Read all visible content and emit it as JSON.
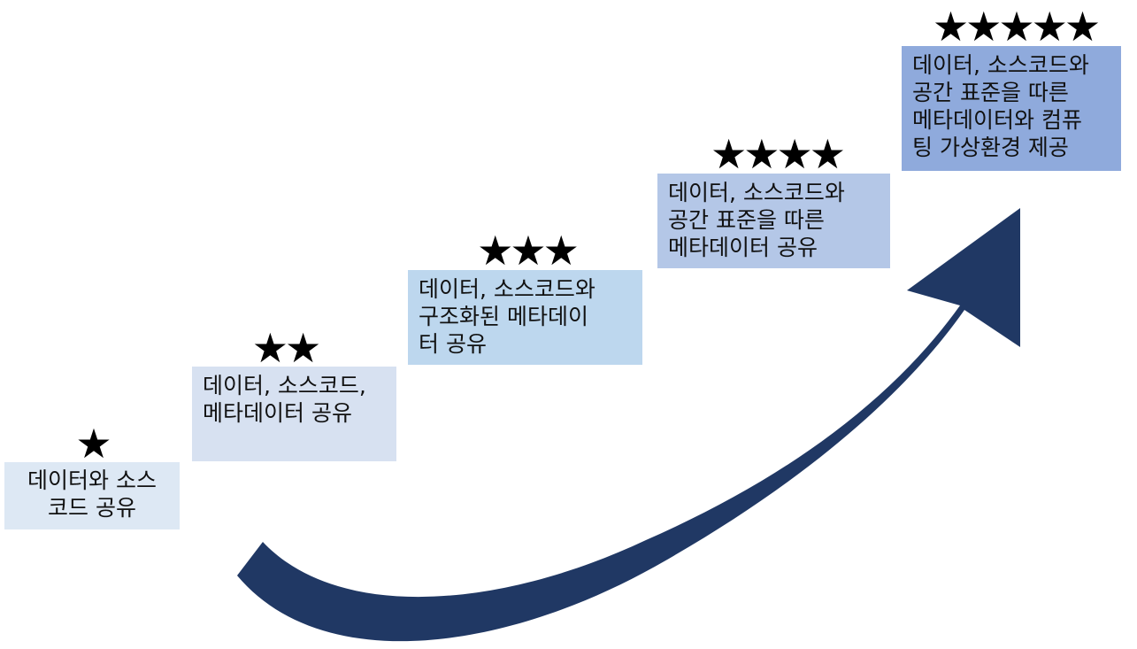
{
  "diagram": {
    "type": "staircase-maturity-levels",
    "arrow_color": "#203864",
    "levels": [
      {
        "rating": 1,
        "stars": "★",
        "text": "데이터와 소스\n코드 공유",
        "box_color": "#dde8f4"
      },
      {
        "rating": 2,
        "stars": "★★",
        "text": "데이터, 소스코드,\n메타데이터 공유",
        "box_color": "#d7e1f1"
      },
      {
        "rating": 3,
        "stars": "★★★",
        "text": "데이터, 소스코드와\n구조화된 메타데이\n터 공유",
        "box_color": "#bdd7ee"
      },
      {
        "rating": 4,
        "stars": "★★★★",
        "text": "데이터, 소스코드와\n공간 표준을 따른\n메타데이터 공유",
        "box_color": "#b4c7e7"
      },
      {
        "rating": 5,
        "stars": "★★★★★",
        "text": "데이터, 소스코드와\n공간 표준을 따른\n메타데이터와 컴퓨\n팅 가상환경 제공",
        "box_color": "#8faadc"
      }
    ]
  }
}
